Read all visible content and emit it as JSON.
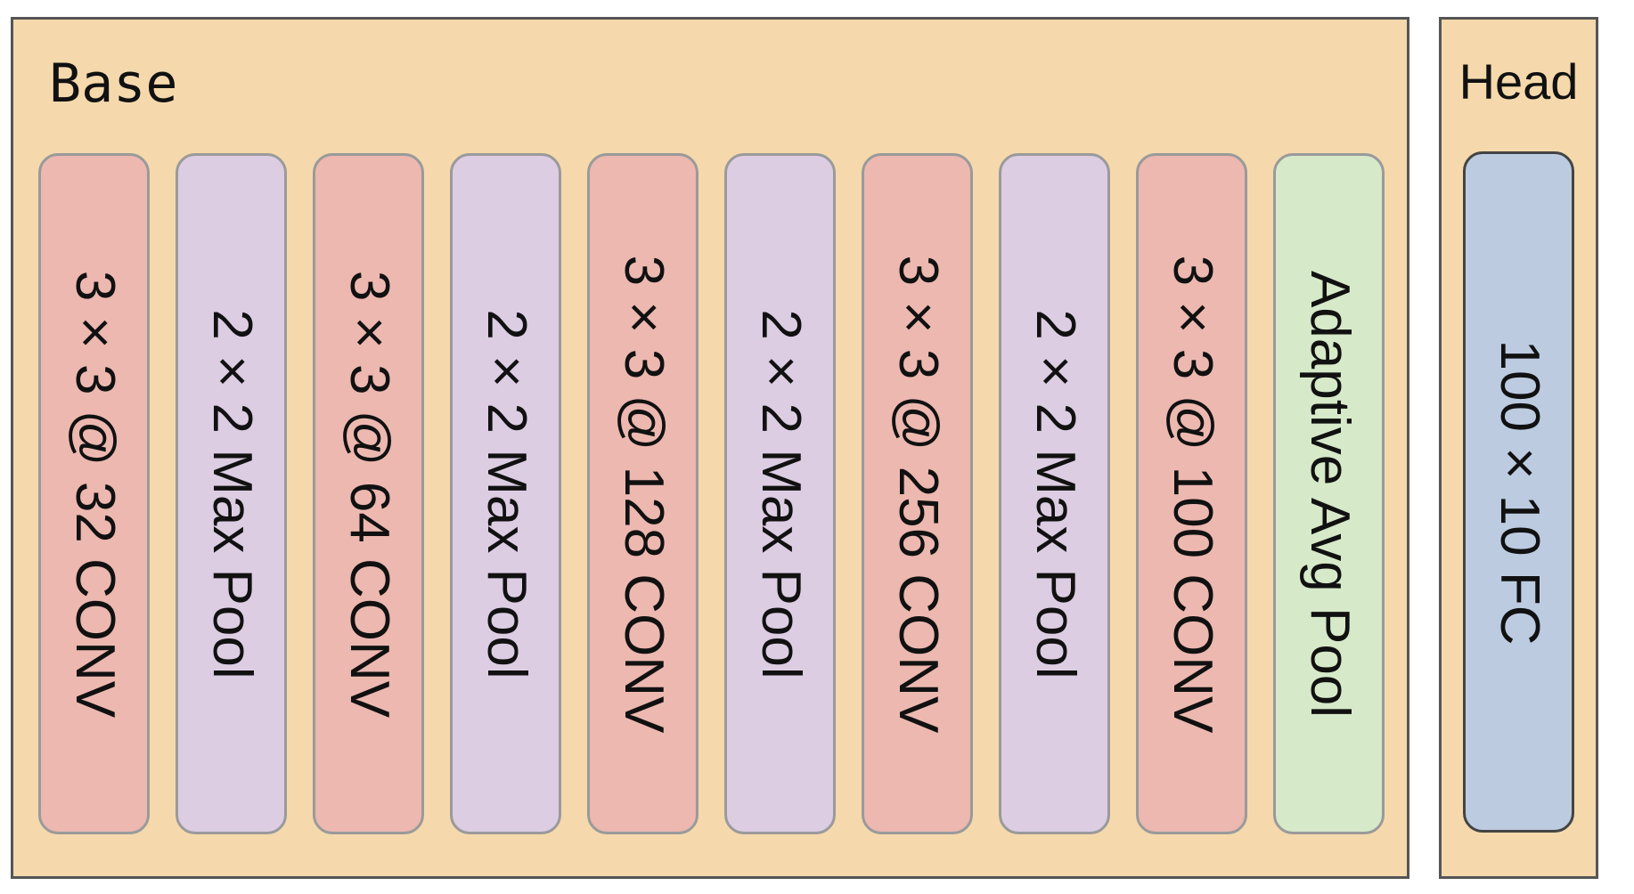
{
  "base": {
    "title": "Base",
    "blocks": [
      {
        "label": "3 × 3 @ 32  CONV",
        "kind": "conv"
      },
      {
        "label": "2 × 2 Max Pool",
        "kind": "pool"
      },
      {
        "label": "3 × 3 @ 64  CONV",
        "kind": "conv"
      },
      {
        "label": "2 × 2 Max Pool",
        "kind": "pool"
      },
      {
        "label": "3 × 3 @ 128  CONV",
        "kind": "conv"
      },
      {
        "label": "2 × 2 Max Pool",
        "kind": "pool"
      },
      {
        "label": "3 × 3 @ 256  CONV",
        "kind": "conv"
      },
      {
        "label": "2 × 2 Max Pool",
        "kind": "pool"
      },
      {
        "label": "3 × 3 @ 100  CONV",
        "kind": "conv"
      },
      {
        "label": "Adaptive Avg Pool",
        "kind": "avg"
      }
    ]
  },
  "head": {
    "title": "Head",
    "blocks": [
      {
        "label": "100 × 10  FC",
        "kind": "fc"
      }
    ]
  },
  "colors": {
    "panel": "#f5d9ac",
    "conv": "#ecb8b0",
    "pool": "#dccde3",
    "avg": "#d6e9c8",
    "fc": "#bccbe0"
  }
}
